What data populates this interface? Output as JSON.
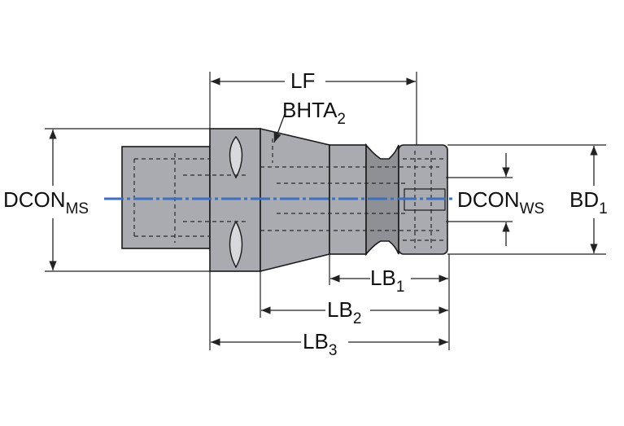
{
  "labels": {
    "lf": {
      "main": "LF",
      "sub": ""
    },
    "bhta": {
      "main": "BHTA",
      "sub": "2"
    },
    "dcon_ms": {
      "main": "DCON",
      "sub": "MS"
    },
    "dcon_ws": {
      "main": "DCON",
      "sub": "WS"
    },
    "bd": {
      "main": "BD",
      "sub": "1"
    },
    "lb1": {
      "main": "LB",
      "sub": "1"
    },
    "lb2": {
      "main": "LB",
      "sub": "2"
    },
    "lb3": {
      "main": "LB",
      "sub": "3"
    }
  },
  "colors": {
    "body_fill": "#a9abb0",
    "body_dark": "#8e9096",
    "outline": "#1a1a1a",
    "centerline": "#3b6fc0",
    "dim_line": "#222222",
    "hidden_line": "#2a2a2a"
  }
}
